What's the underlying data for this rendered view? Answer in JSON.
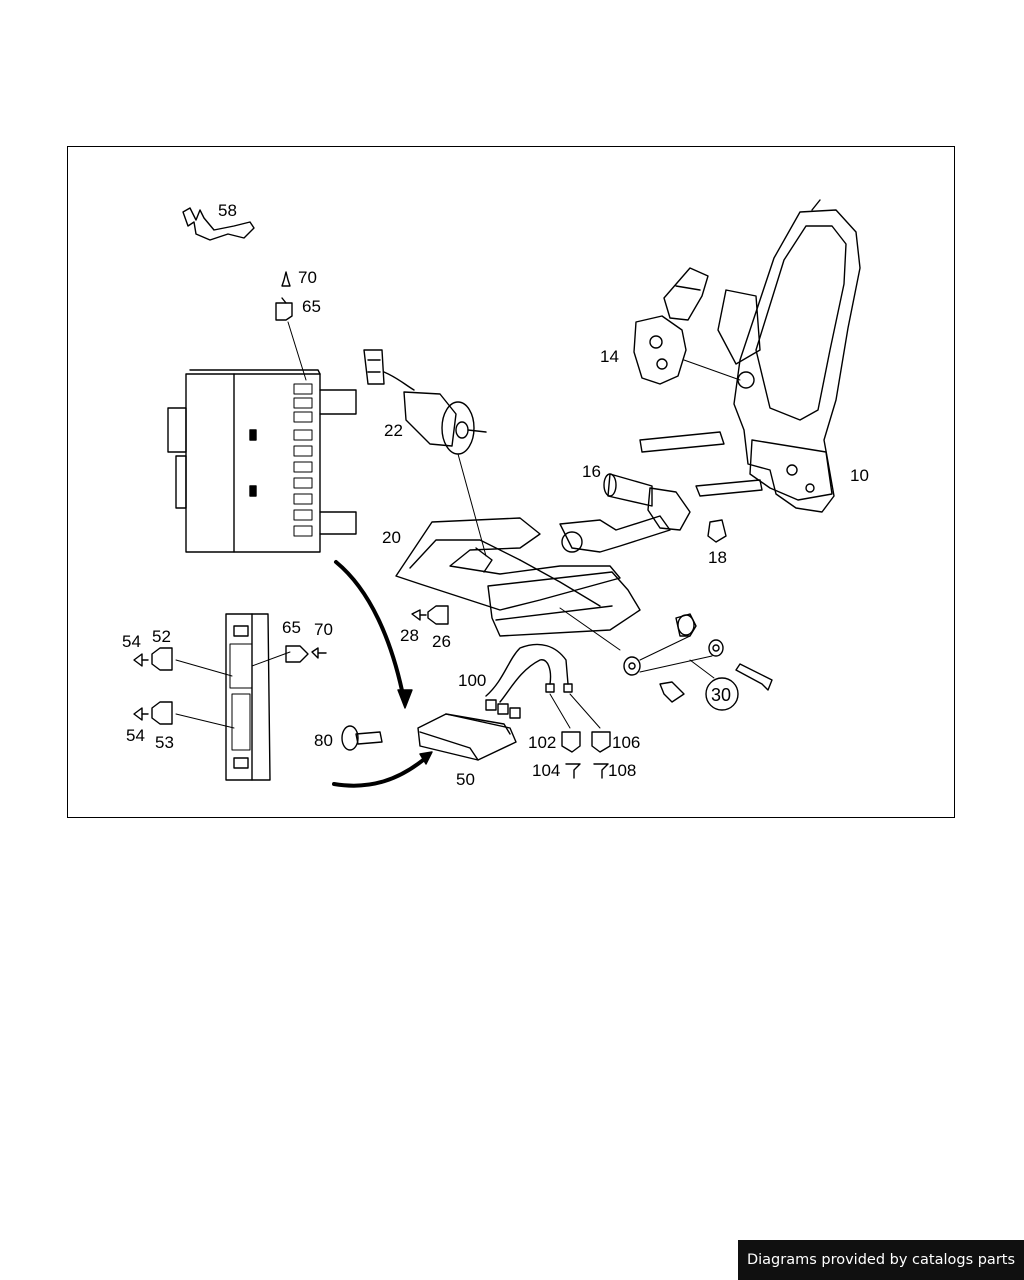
{
  "diagram": {
    "part_labels": {
      "p10": "10",
      "p14": "14",
      "p16": "16",
      "p18": "18",
      "p20": "20",
      "p22": "22",
      "p26": "26",
      "p28": "28",
      "p30": "30",
      "p50": "50",
      "p52": "52",
      "p53": "53",
      "p54a": "54",
      "p54b": "54",
      "p58": "58",
      "p65a": "65",
      "p65b": "65",
      "p70a": "70",
      "p70b": "70",
      "p80": "80",
      "p100": "100",
      "p102": "102",
      "p104": "104",
      "p106": "106",
      "p108": "108"
    }
  },
  "footer": {
    "credit": "Diagrams provided by catalogs parts"
  }
}
